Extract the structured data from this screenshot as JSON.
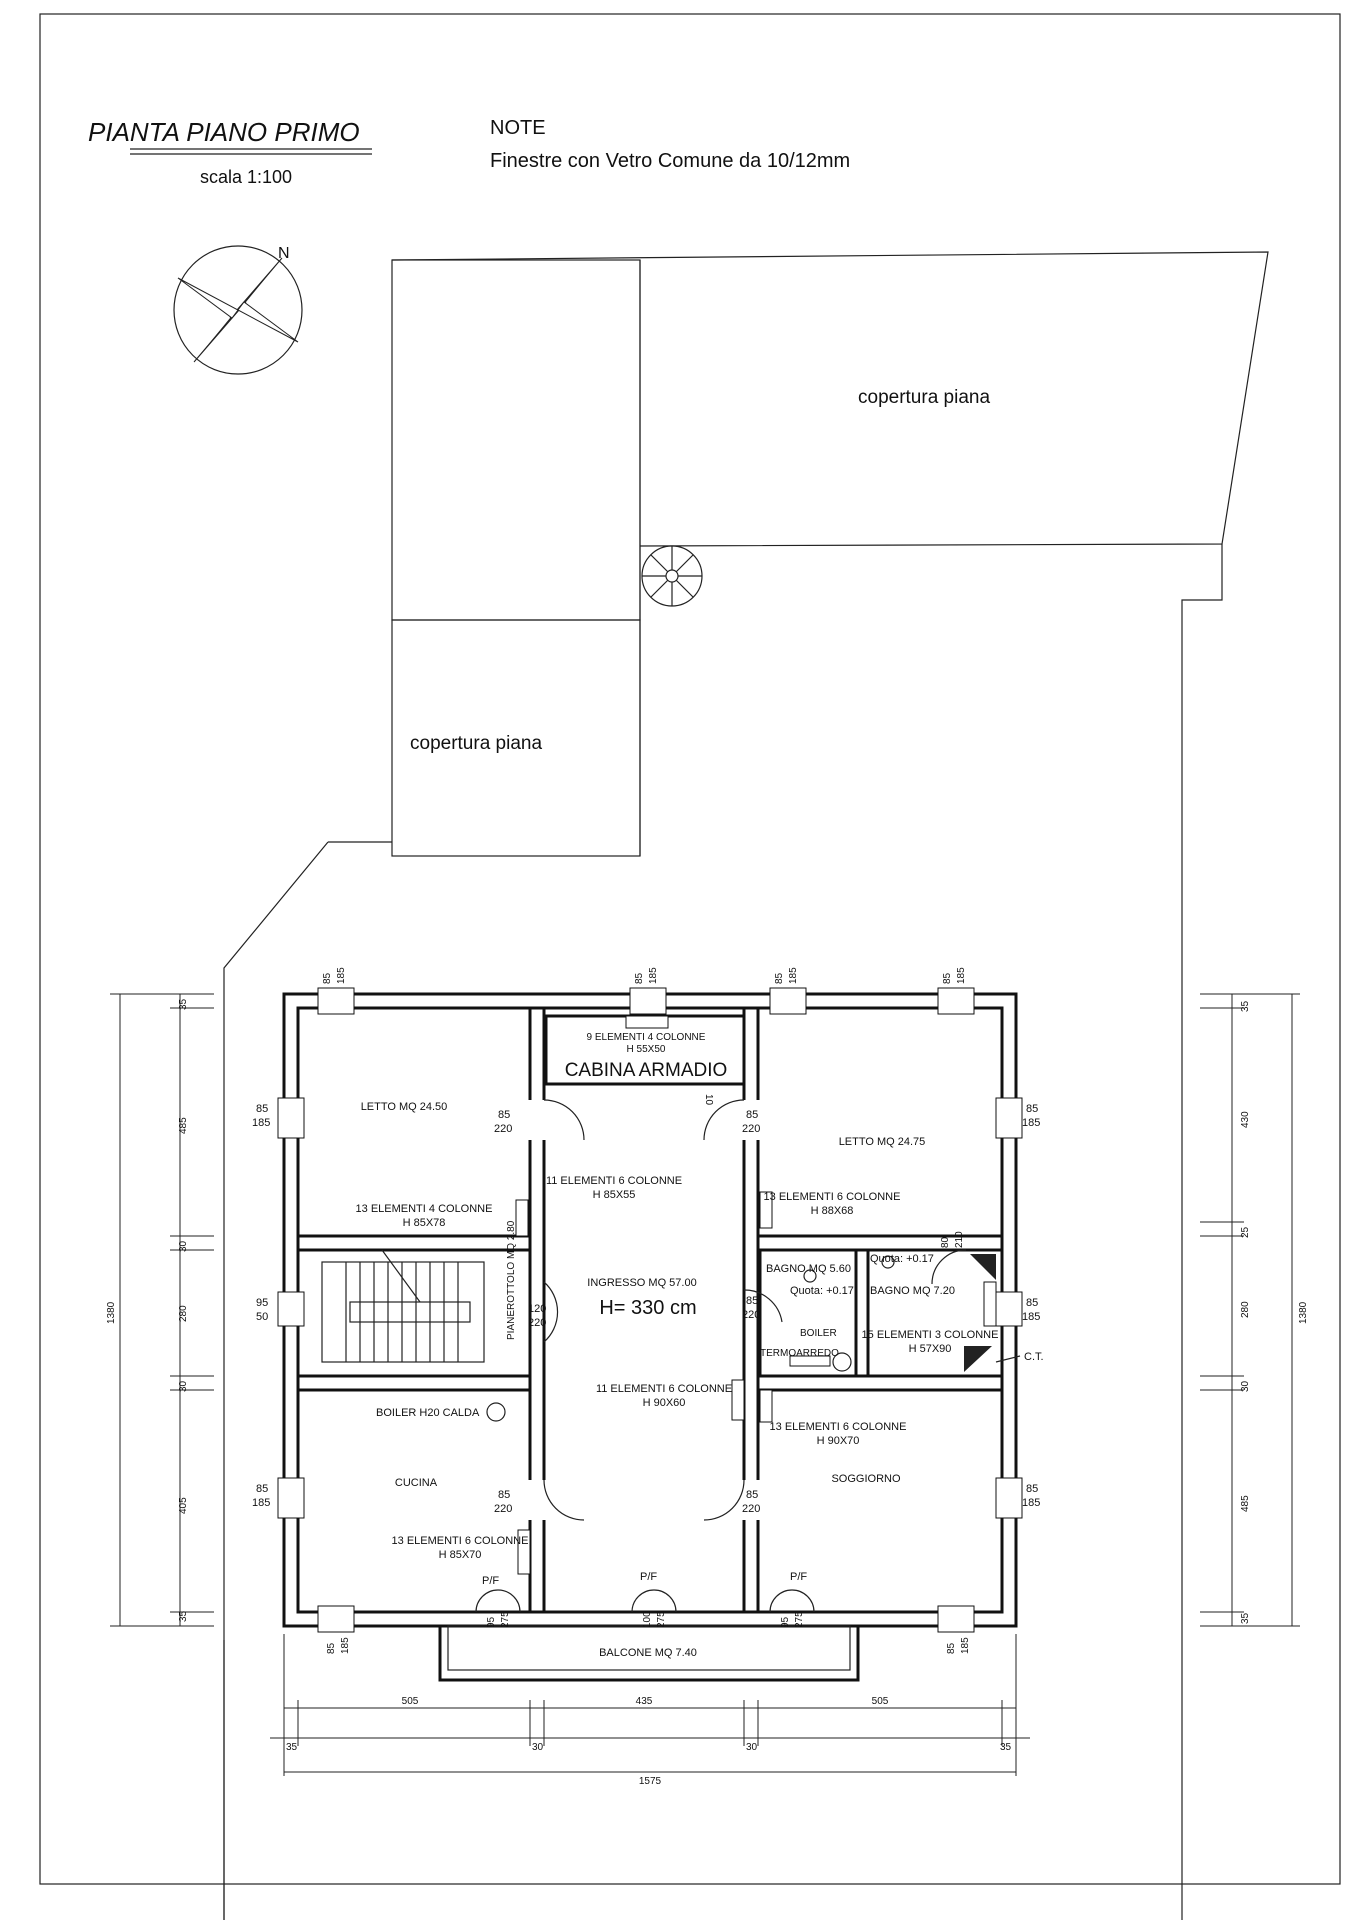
{
  "header": {
    "title": "PIANTA PIANO PRIMO",
    "scale": "scala 1:100",
    "note_title": "NOTE",
    "note_text": "Finestre con Vetro Comune da 10/12mm",
    "north": "N"
  },
  "roof": {
    "right_label": "copertura piana",
    "left_label": "copertura piana"
  },
  "rooms": {
    "letto_left": "LETTO MQ 24.50",
    "letto_right": "LETTO MQ 24.75",
    "cabina": "CABINA ARMADIO",
    "ingresso": "INGRESSO MQ 57.00",
    "height": "H= 330 cm",
    "pianerottolo": "PIANEROTTOLO MQ 2.80",
    "bagno1": "BAGNO MQ 5.60",
    "bagno1_quota": "Quota: +0.17",
    "bagno2": "BAGNO MQ 7.20",
    "bagno2_quota": "Quota: +0.17",
    "boiler": "BOILER",
    "termoarredo": "TERMOARREDO",
    "ct": "C.T.",
    "boiler_h2o": "BOILER H20 CALDA",
    "cucina": "CUCINA",
    "soggiorno": "SOGGIORNO",
    "balcone": "BALCONE MQ 7.40"
  },
  "radiators": {
    "cabina_1": "9 ELEMENTI 4 COLONNE",
    "cabina_2": "H 55X50",
    "letto_l_1": "13 ELEMENTI 4 COLONNE",
    "letto_l_2": "H 85X78",
    "ingresso_top_1": "11 ELEMENTI 6 COLONNE",
    "ingresso_top_2": "H 85X55",
    "letto_r_1": "13 ELEMENTI 6 COLONNE",
    "letto_r_2": "H 88X68",
    "bagno2_1": "15 ELEMENTI 3 COLONNE",
    "bagno2_2": "H 57X90",
    "ingresso_bot_1": "11 ELEMENTI 6 COLONNE",
    "ingresso_bot_2": "H 90X60",
    "sogg_1": "13 ELEMENTI 6 COLONNE",
    "sogg_2": "H 90X70",
    "cucina_1": "13 ELEMENTI 6 COLONNE",
    "cucina_2": "H 85X70"
  },
  "openings": {
    "w_top": "85",
    "w_bottom": "185",
    "door_w": "85",
    "door_h": "220",
    "stair_door_w": "120",
    "stair_door_h": "220",
    "stair_win_w": "95",
    "stair_win_h": "50",
    "bagno_door_w": "80",
    "bagno_door_h": "210",
    "cabina_door": "10",
    "pf": "P/F",
    "pf_w1": "95",
    "pf_w2": "100",
    "pf_w3": "95",
    "pf_h": "275"
  },
  "dimensions": {
    "left": [
      "35",
      "485",
      "30",
      "280",
      "30",
      "405",
      "35"
    ],
    "left_total": "1380",
    "right": [
      "35",
      "430",
      "25",
      "280",
      "30",
      "485",
      "35"
    ],
    "right_total": "1380",
    "bottom": [
      "505",
      "435",
      "505"
    ],
    "bottom_walls": [
      "35",
      "30",
      "30",
      "35"
    ],
    "bottom_total": "1575"
  }
}
